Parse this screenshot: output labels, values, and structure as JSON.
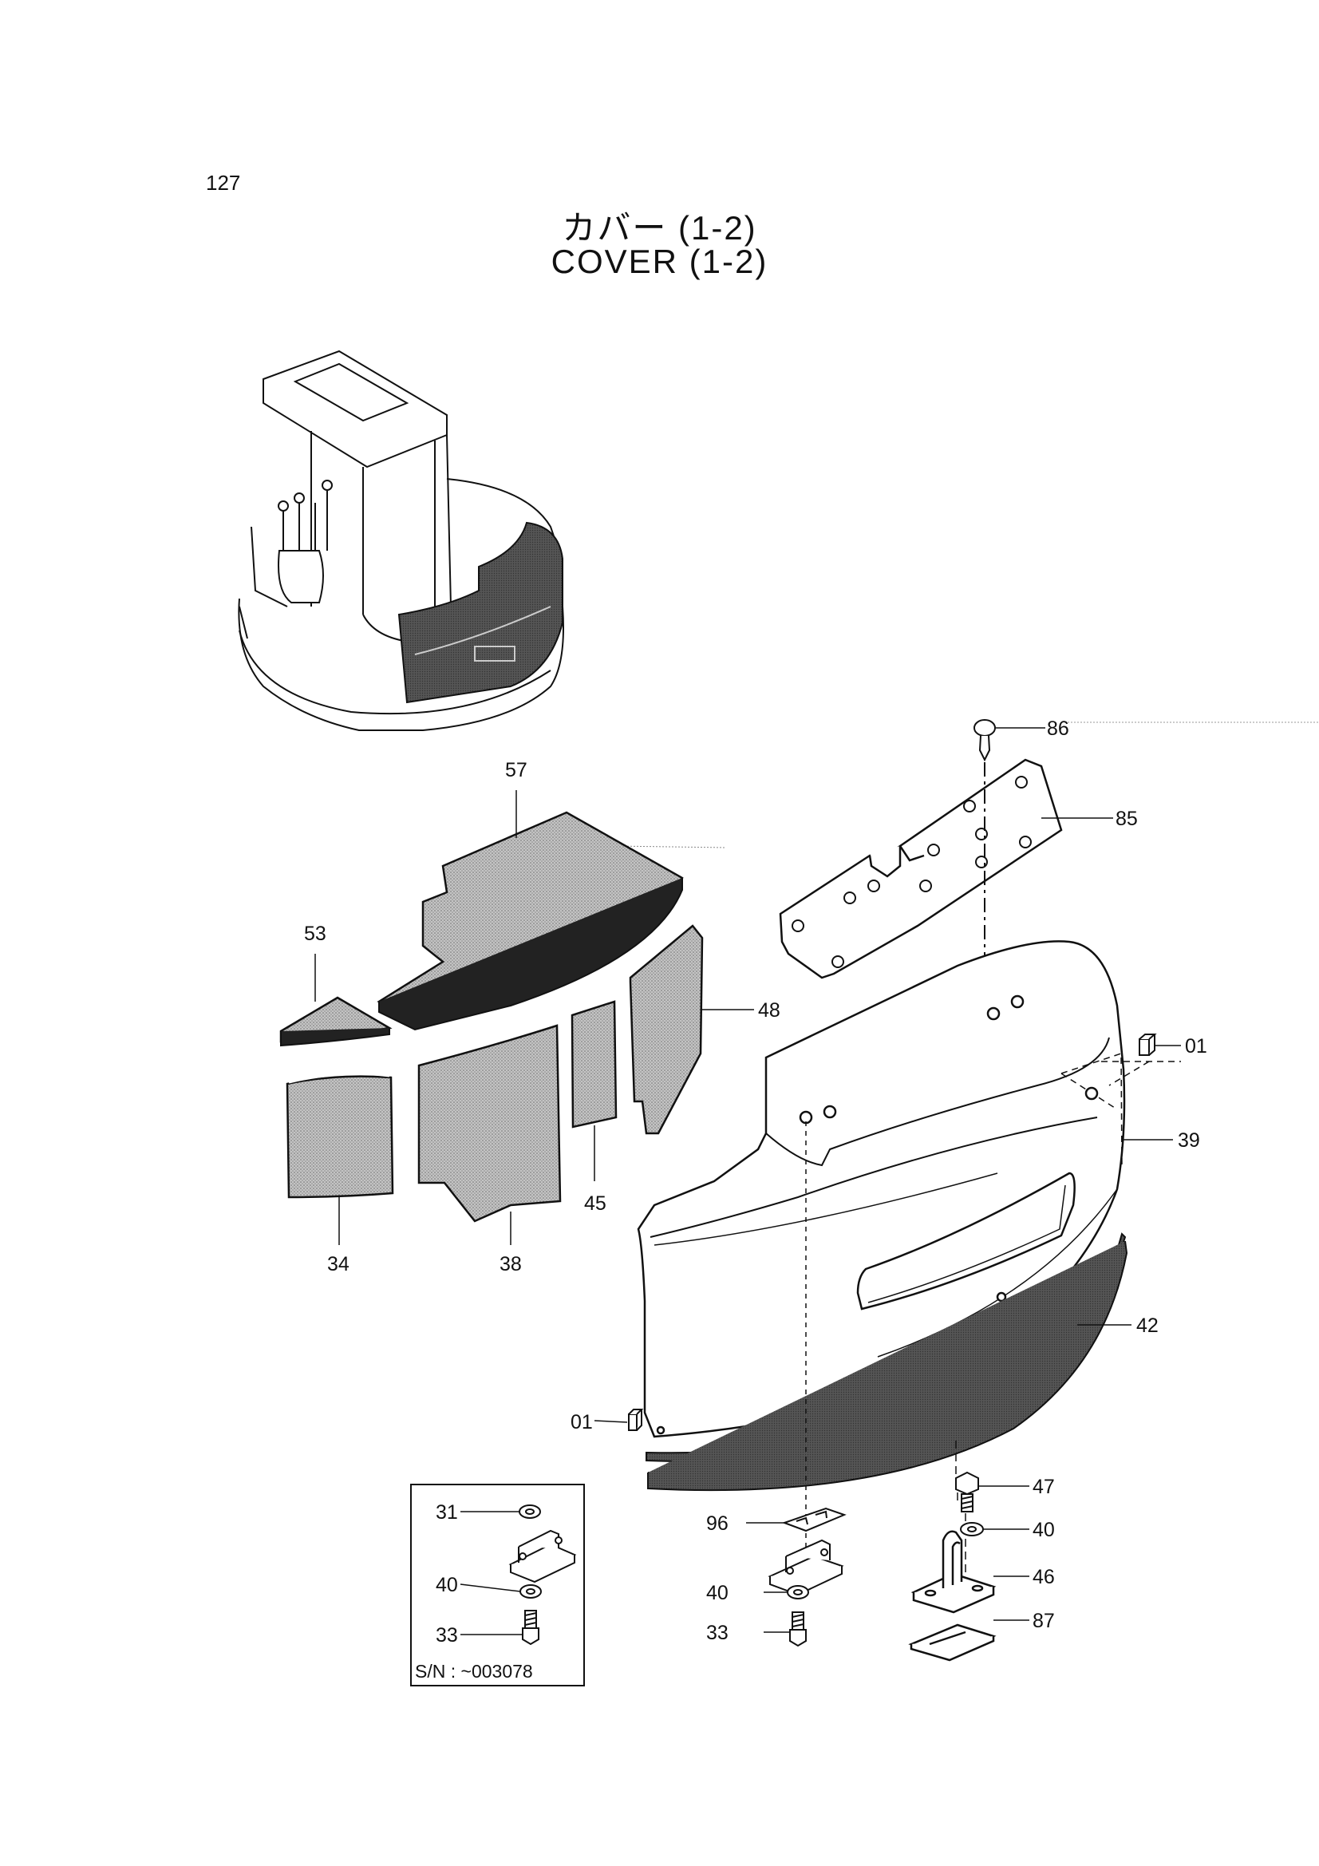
{
  "page_number": "127",
  "title_jp": "カバー (1-2)",
  "title_en": "COVER (1-2)",
  "callouts": {
    "p86": "86",
    "p85": "85",
    "p57": "57",
    "p53": "53",
    "p48": "48",
    "p01a": "01",
    "p39": "39",
    "p45": "45",
    "p34": "34",
    "p38": "38",
    "p42": "42",
    "p01b": "01",
    "p47": "47",
    "p40a": "40",
    "p96": "96",
    "p46": "46",
    "p40b": "40",
    "p87": "87",
    "p33a": "33",
    "p31": "31",
    "p40c": "40",
    "p33b": "33"
  },
  "inset": {
    "serial_note": "S/N : ~003078"
  },
  "colors": {
    "line": "#111111",
    "hatch": "#9a9a9a",
    "shade": "#4a4a4a",
    "paper": "#ffffff"
  }
}
